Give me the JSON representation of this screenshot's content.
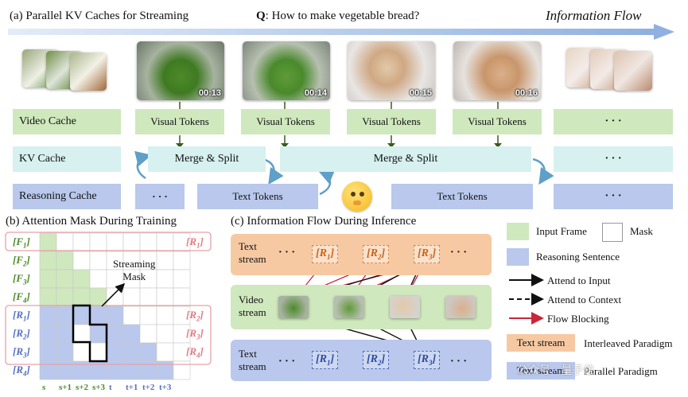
{
  "panel_a": {
    "title": "(a) Parallel KV Caches for Streaming",
    "question_prefix": "Q",
    "question": ": How to make vegetable bread?",
    "info_flow": "Information Flow",
    "timestamps": [
      "00:13",
      "00:14",
      "00:15",
      "00:16"
    ],
    "rows": {
      "video_cache": "Video Cache",
      "kv_cache": "KV Cache",
      "reasoning_cache": "Reasoning Cache"
    },
    "visual_tokens": "Visual Tokens",
    "merge_split": "Merge & Split",
    "text_tokens": "Text Tokens",
    "ellipsis": "· · ·"
  },
  "panel_b": {
    "title": "(b) Attention Mask During Training",
    "rows_left": [
      {
        "base": "F",
        "sub": "1"
      },
      {
        "base": "F",
        "sub": "2"
      },
      {
        "base": "F",
        "sub": "3"
      },
      {
        "base": "F",
        "sub": "4"
      },
      {
        "base": "R",
        "sub": "1"
      },
      {
        "base": "R",
        "sub": "2"
      },
      {
        "base": "R",
        "sub": "3"
      },
      {
        "base": "R",
        "sub": "4"
      }
    ],
    "rows_right": [
      {
        "base": "R",
        "sub": "1"
      },
      {
        "base": "R",
        "sub": "2"
      },
      {
        "base": "R",
        "sub": "3"
      },
      {
        "base": "R",
        "sub": "4"
      }
    ],
    "streaming_mask": "Streaming\nMask",
    "col_labels": [
      "s",
      "s+1",
      "s+2",
      "s+3",
      "t",
      "t+1",
      "t+2",
      "t+3"
    ],
    "colors": {
      "green": "#cfe8bd",
      "blue": "#b9c8ec",
      "white": "#ffffff",
      "red_box": "#e8a0a8"
    }
  },
  "panel_c": {
    "title": "(c) Information Flow During Inference",
    "streams": {
      "text_top": "Text\nstream",
      "video": "Video\nstream",
      "text_bottom": "Text\nstream"
    },
    "r_labels": [
      {
        "base": "R",
        "sub": "1"
      },
      {
        "base": "R",
        "sub": "2"
      },
      {
        "base": "R",
        "sub": "3"
      }
    ],
    "ellipsis": "· · ·"
  },
  "legend": {
    "input_frame": "Input Frame",
    "mask": "Mask",
    "reasoning_sentence": "Reasoning Sentence",
    "attend_input": "Attend to Input",
    "attend_context": "Attend to Context",
    "flow_blocking": "Flow Blocking",
    "text_stream": "Text stream",
    "interleaved": "Interleaved Paradigm",
    "parallel": "Parallel Paradigm"
  },
  "watermark": "公众号 · 量子位",
  "colors": {
    "green": "#cfe8bd",
    "cyan": "#d7f0f0",
    "blue": "#b9c8ec",
    "peach": "#f6c9a3",
    "arrow_dark_green": "#3c5a1e",
    "red_arrow": "#c8283c"
  }
}
